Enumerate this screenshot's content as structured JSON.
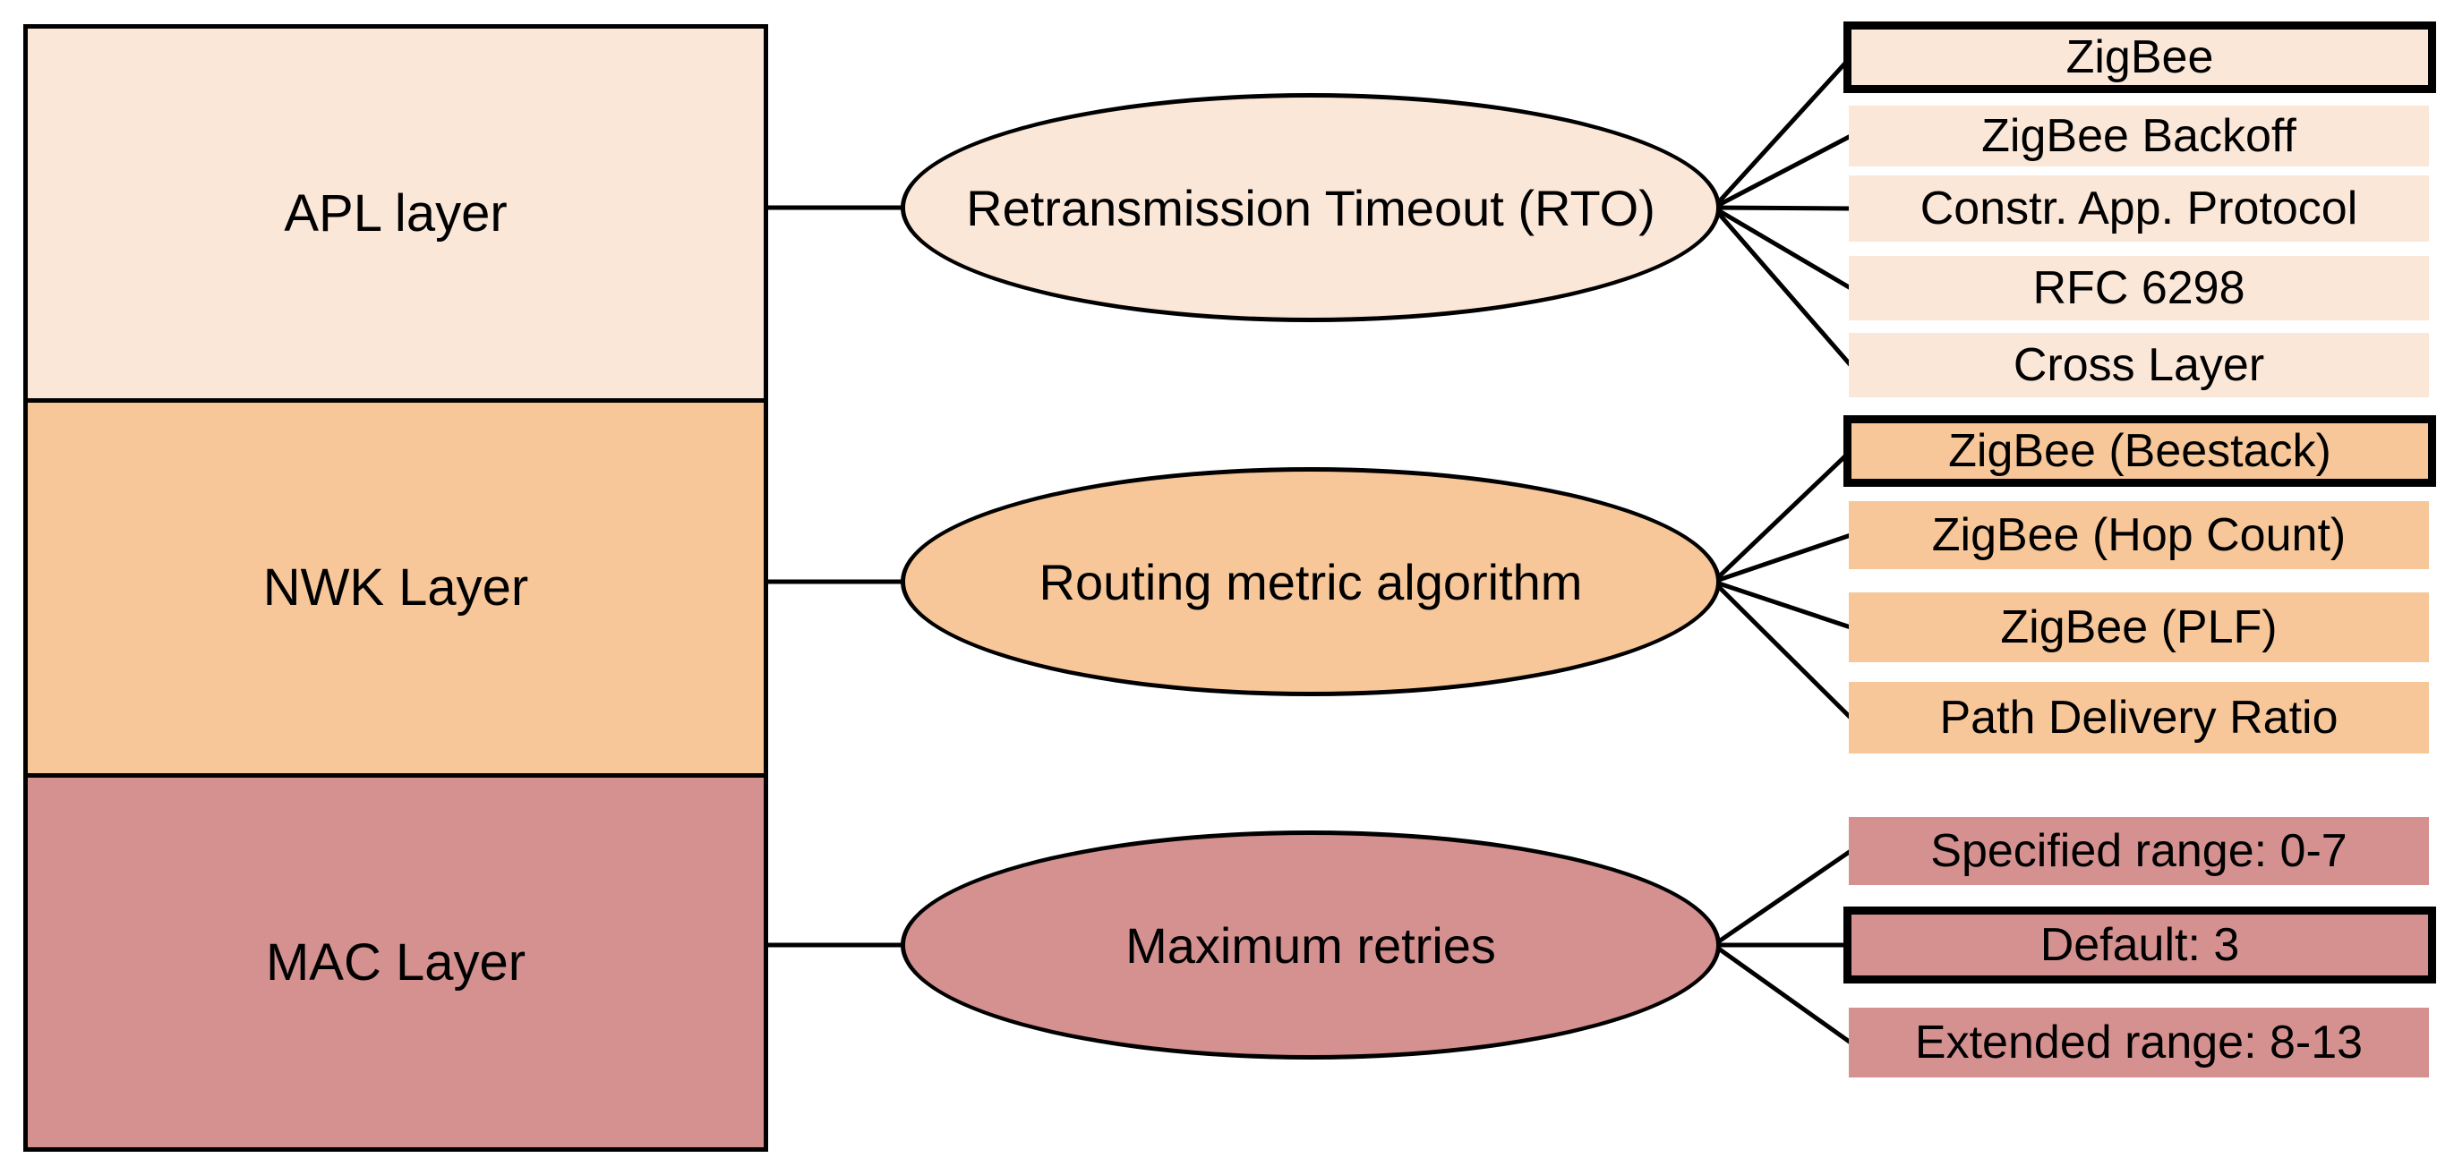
{
  "palette": {
    "apl_fill": "#fbe7d8",
    "nwk_fill": "#f7c79a",
    "mac_fill": "#d49190",
    "outline": "#000000",
    "background": "#ffffff"
  },
  "rows": [
    {
      "layer": "APL layer",
      "parameter": "Retransmission Timeout (RTO)",
      "options": [
        {
          "label": "ZigBee",
          "highlighted": true
        },
        {
          "label": "ZigBee Backoff",
          "highlighted": false
        },
        {
          "label": "Constr. App. Protocol",
          "highlighted": false
        },
        {
          "label": "RFC 6298",
          "highlighted": false
        },
        {
          "label": "Cross Layer",
          "highlighted": false
        }
      ]
    },
    {
      "layer": "NWK Layer",
      "parameter": "Routing metric algorithm",
      "options": [
        {
          "label": "ZigBee (Beestack)",
          "highlighted": true
        },
        {
          "label": "ZigBee (Hop Count)",
          "highlighted": false
        },
        {
          "label": "ZigBee (PLF)",
          "highlighted": false
        },
        {
          "label": "Path Delivery Ratio",
          "highlighted": false
        }
      ]
    },
    {
      "layer": "MAC Layer",
      "parameter": "Maximum retries",
      "options": [
        {
          "label": "Specified range: 0-7",
          "highlighted": false
        },
        {
          "label": "Default: 3",
          "highlighted": true
        },
        {
          "label": "Extended range: 8-13",
          "highlighted": false
        }
      ]
    }
  ]
}
